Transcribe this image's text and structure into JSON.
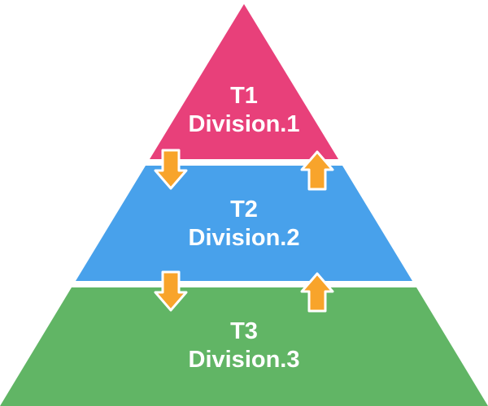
{
  "diagram": {
    "type": "pyramid",
    "background_color": "#ffffff",
    "text_color": "#ffffff",
    "tiers": [
      {
        "id": "tier-1",
        "line1": "T1",
        "line2": "Division.1",
        "color": "#e8407a"
      },
      {
        "id": "tier-2",
        "line1": "T2",
        "line2": "Division.2",
        "color": "#48a1eb"
      },
      {
        "id": "tier-3",
        "line1": "T3",
        "line2": "Division.3",
        "color": "#61b565"
      }
    ],
    "arrows": {
      "color": "#f8a42b",
      "outline_color": "#ffffff",
      "items": [
        {
          "id": "arrow-down-t1-t2",
          "direction": "down"
        },
        {
          "id": "arrow-up-t2-t1",
          "direction": "up"
        },
        {
          "id": "arrow-down-t2-t3",
          "direction": "down"
        },
        {
          "id": "arrow-up-t3-t2",
          "direction": "up"
        }
      ]
    }
  }
}
